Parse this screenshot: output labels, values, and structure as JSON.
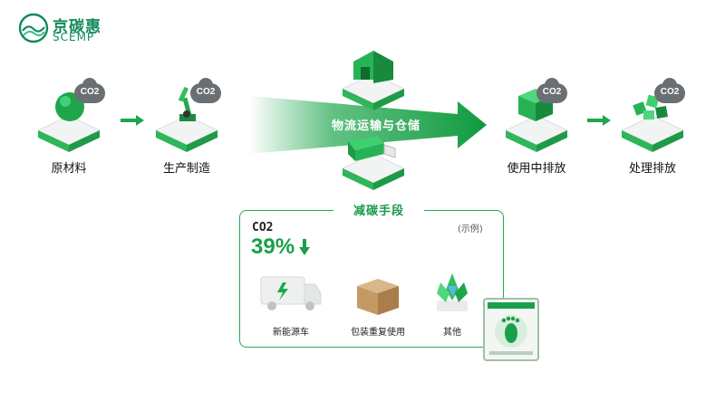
{
  "logo": {
    "cn": "京碳惠",
    "en": "SCEMP"
  },
  "stages": [
    {
      "label": "原材料",
      "co2": "CO2"
    },
    {
      "label": "生产制造",
      "co2": "CO2"
    },
    {
      "label": "使用中排放",
      "co2": "CO2"
    },
    {
      "label": "处理排放",
      "co2": "CO2"
    }
  ],
  "transport": {
    "label": "物流运输与仓储"
  },
  "reduction": {
    "title": "减碳手段",
    "co2_label": "CO2",
    "percent": "39%",
    "example_note": "(示例)",
    "items": [
      {
        "label": "新能源车"
      },
      {
        "label": "包装重复使用"
      },
      {
        "label": "其他"
      }
    ]
  },
  "colors": {
    "brand_green": "#1aa04a",
    "dark_green": "#148a5b",
    "cloud_gray": "#6a6f73"
  }
}
